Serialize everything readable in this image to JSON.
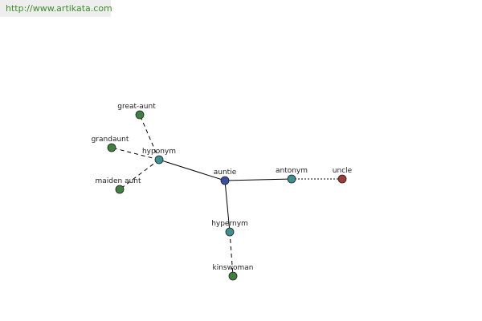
{
  "watermark": {
    "text": "http://www.artikata.com"
  },
  "colors": {
    "center": "#3b4fa0",
    "relation": "#3e9090",
    "leaf": "#3f7f3f",
    "antonym_leaf": "#a33a3a"
  },
  "diagram": {
    "nodes": [
      {
        "id": "auntie",
        "label": "auntie",
        "kind": "center"
      },
      {
        "id": "hyponym",
        "label": "hyponym",
        "kind": "relation"
      },
      {
        "id": "hypernym",
        "label": "hypernym",
        "kind": "relation"
      },
      {
        "id": "antonym",
        "label": "antonym",
        "kind": "relation"
      },
      {
        "id": "uncle",
        "label": "uncle",
        "kind": "antonym_leaf"
      },
      {
        "id": "great-aunt",
        "label": "great-aunt",
        "kind": "leaf"
      },
      {
        "id": "grandaunt",
        "label": "grandaunt",
        "kind": "leaf"
      },
      {
        "id": "maiden-aunt",
        "label": "maiden aunt",
        "kind": "leaf"
      },
      {
        "id": "kinswoman",
        "label": "kinswoman",
        "kind": "leaf"
      }
    ],
    "edges": [
      {
        "from": "auntie",
        "to": "hyponym",
        "style": "solid"
      },
      {
        "from": "auntie",
        "to": "hypernym",
        "style": "solid"
      },
      {
        "from": "auntie",
        "to": "antonym",
        "style": "solid"
      },
      {
        "from": "antonym",
        "to": "uncle",
        "style": "dotted"
      },
      {
        "from": "hyponym",
        "to": "great-aunt",
        "style": "dashed"
      },
      {
        "from": "hyponym",
        "to": "grandaunt",
        "style": "dashed"
      },
      {
        "from": "hyponym",
        "to": "maiden-aunt",
        "style": "dashed"
      },
      {
        "from": "hypernym",
        "to": "kinswoman",
        "style": "dashed"
      }
    ]
  }
}
